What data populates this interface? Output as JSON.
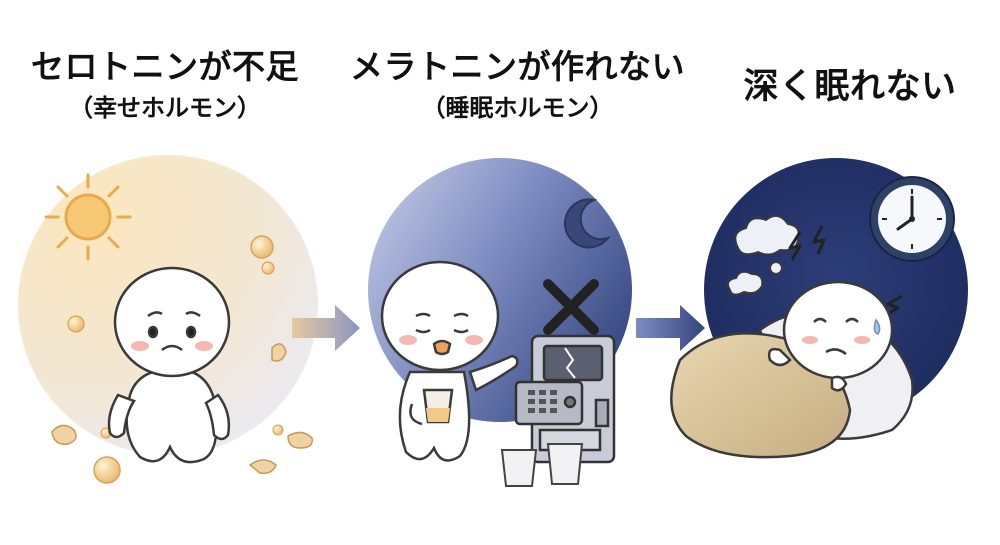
{
  "panels": [
    {
      "title": "セロトニンが不足",
      "subtitle": "（幸せホルモン）"
    },
    {
      "title": "メラトニンが作れない",
      "subtitle": "（睡眠ホルモン）"
    },
    {
      "title": "深く眠れない"
    }
  ],
  "colors": {
    "sun_glow": "#f6dfb0",
    "night_blue": "#3d4f86",
    "dusk_blue": "#8896c6",
    "arrow": "#5a6aa8",
    "blanket": "#d8c39a",
    "clock_frame": "#2f4166"
  },
  "icons": [
    "sun-icon",
    "moon-icon",
    "cross-icon",
    "clock-icon",
    "cloud-icon",
    "lightning-icon",
    "arrow-icon"
  ]
}
